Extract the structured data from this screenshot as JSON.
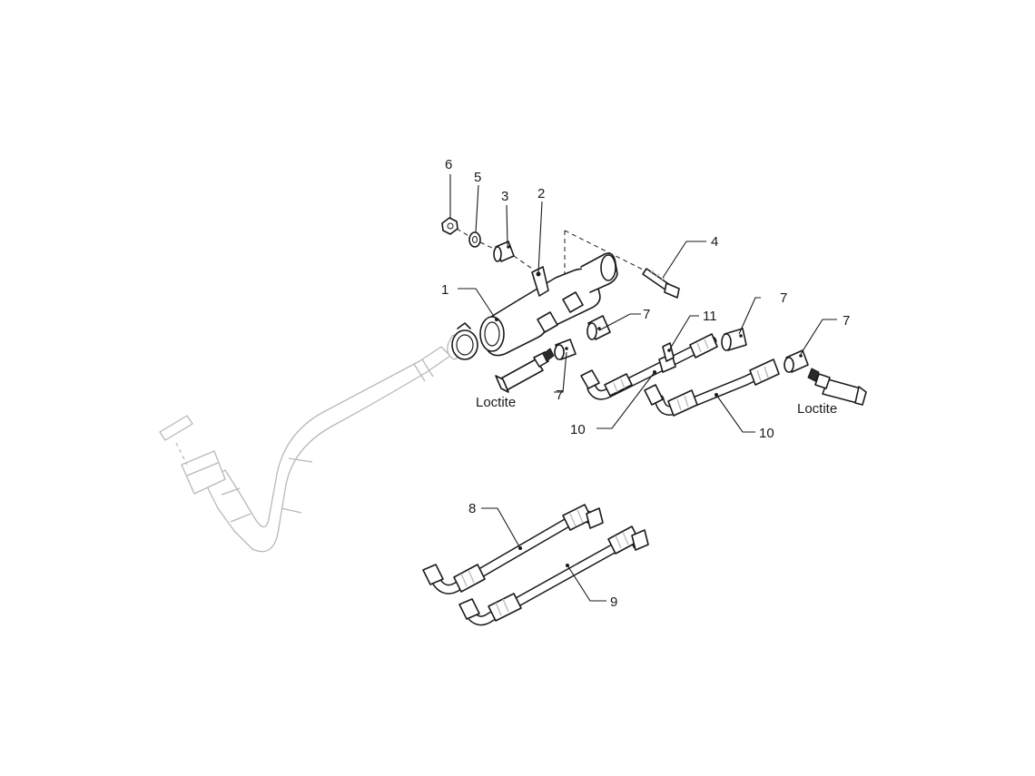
{
  "callouts": {
    "c1": "1",
    "c2": "2",
    "c3": "3",
    "c4": "4",
    "c5": "5",
    "c6": "6",
    "c7a": "7",
    "c7b": "7",
    "c7c": "7",
    "c7d": "7",
    "c8": "8",
    "c9": "9",
    "c10a": "10",
    "c10b": "10",
    "c11": "11"
  },
  "labels": {
    "loctite_left": "Loctite",
    "loctite_right": "Loctite"
  }
}
